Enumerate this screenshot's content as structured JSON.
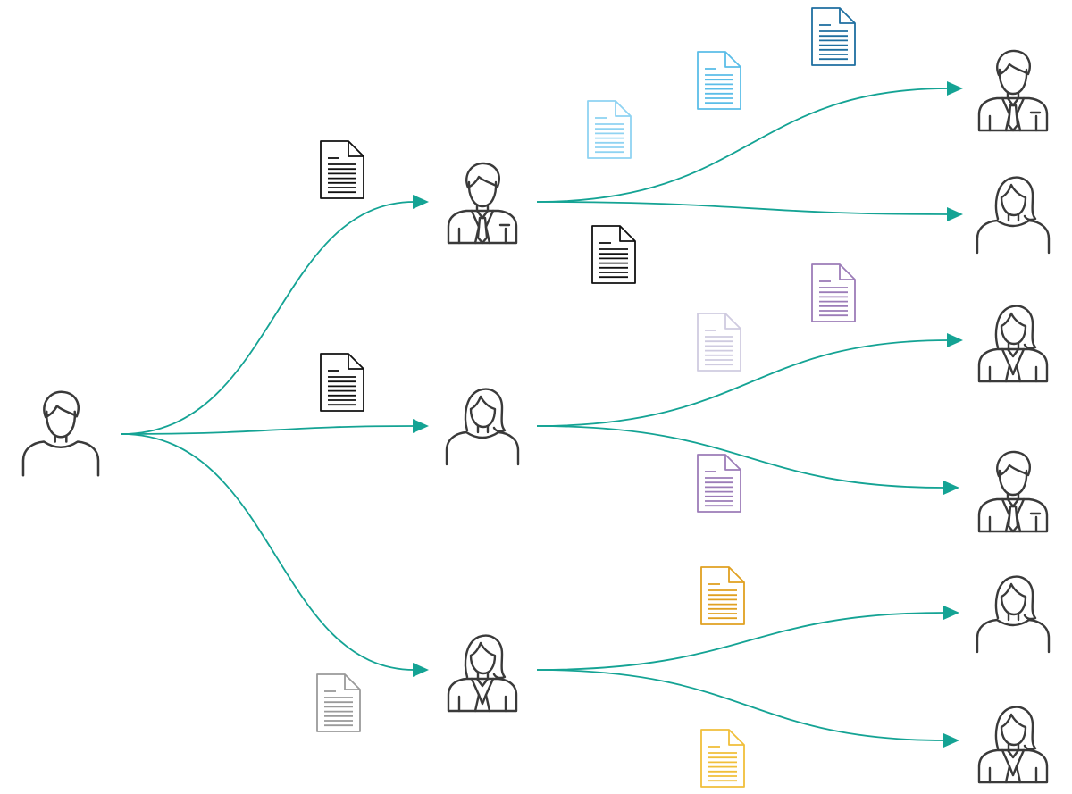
{
  "colors": {
    "edge": "#14a394",
    "person": "#3a3a3a",
    "background": "#ffffff"
  },
  "people": [
    {
      "id": "source",
      "kind": "man-casual"
    },
    {
      "id": "mid-1",
      "kind": "man-suit"
    },
    {
      "id": "mid-2",
      "kind": "woman-casual"
    },
    {
      "id": "mid-3",
      "kind": "woman-suit"
    },
    {
      "id": "leaf-1",
      "kind": "man-suit"
    },
    {
      "id": "leaf-2",
      "kind": "woman-casual"
    },
    {
      "id": "leaf-3",
      "kind": "woman-suit"
    },
    {
      "id": "leaf-4",
      "kind": "man-suit"
    },
    {
      "id": "leaf-5",
      "kind": "woman-casual"
    },
    {
      "id": "leaf-6",
      "kind": "woman-suit"
    }
  ],
  "connections": [
    {
      "from": "source",
      "to": "mid-1"
    },
    {
      "from": "source",
      "to": "mid-2"
    },
    {
      "from": "source",
      "to": "mid-3"
    },
    {
      "from": "mid-1",
      "to": "leaf-1"
    },
    {
      "from": "mid-1",
      "to": "leaf-2"
    },
    {
      "from": "mid-2",
      "to": "leaf-3"
    },
    {
      "from": "mid-2",
      "to": "leaf-4"
    },
    {
      "from": "mid-3",
      "to": "leaf-5"
    },
    {
      "from": "mid-3",
      "to": "leaf-6"
    }
  ],
  "documents": [
    {
      "id": "doc-1",
      "color": "#111111"
    },
    {
      "id": "doc-2",
      "color": "#111111"
    },
    {
      "id": "doc-3",
      "color": "#9a9a9a"
    },
    {
      "id": "doc-4",
      "color": "#8fd3f2"
    },
    {
      "id": "doc-5",
      "color": "#5bbde8"
    },
    {
      "id": "doc-6",
      "color": "#1f6fa0"
    },
    {
      "id": "doc-7",
      "color": "#111111"
    },
    {
      "id": "doc-8",
      "color": "#cfcbe0"
    },
    {
      "id": "doc-9",
      "color": "#9c7cb8"
    },
    {
      "id": "doc-10",
      "color": "#9c7cb8"
    },
    {
      "id": "doc-11",
      "color": "#e0a021"
    },
    {
      "id": "doc-12",
      "color": "#f0bf3a"
    }
  ]
}
